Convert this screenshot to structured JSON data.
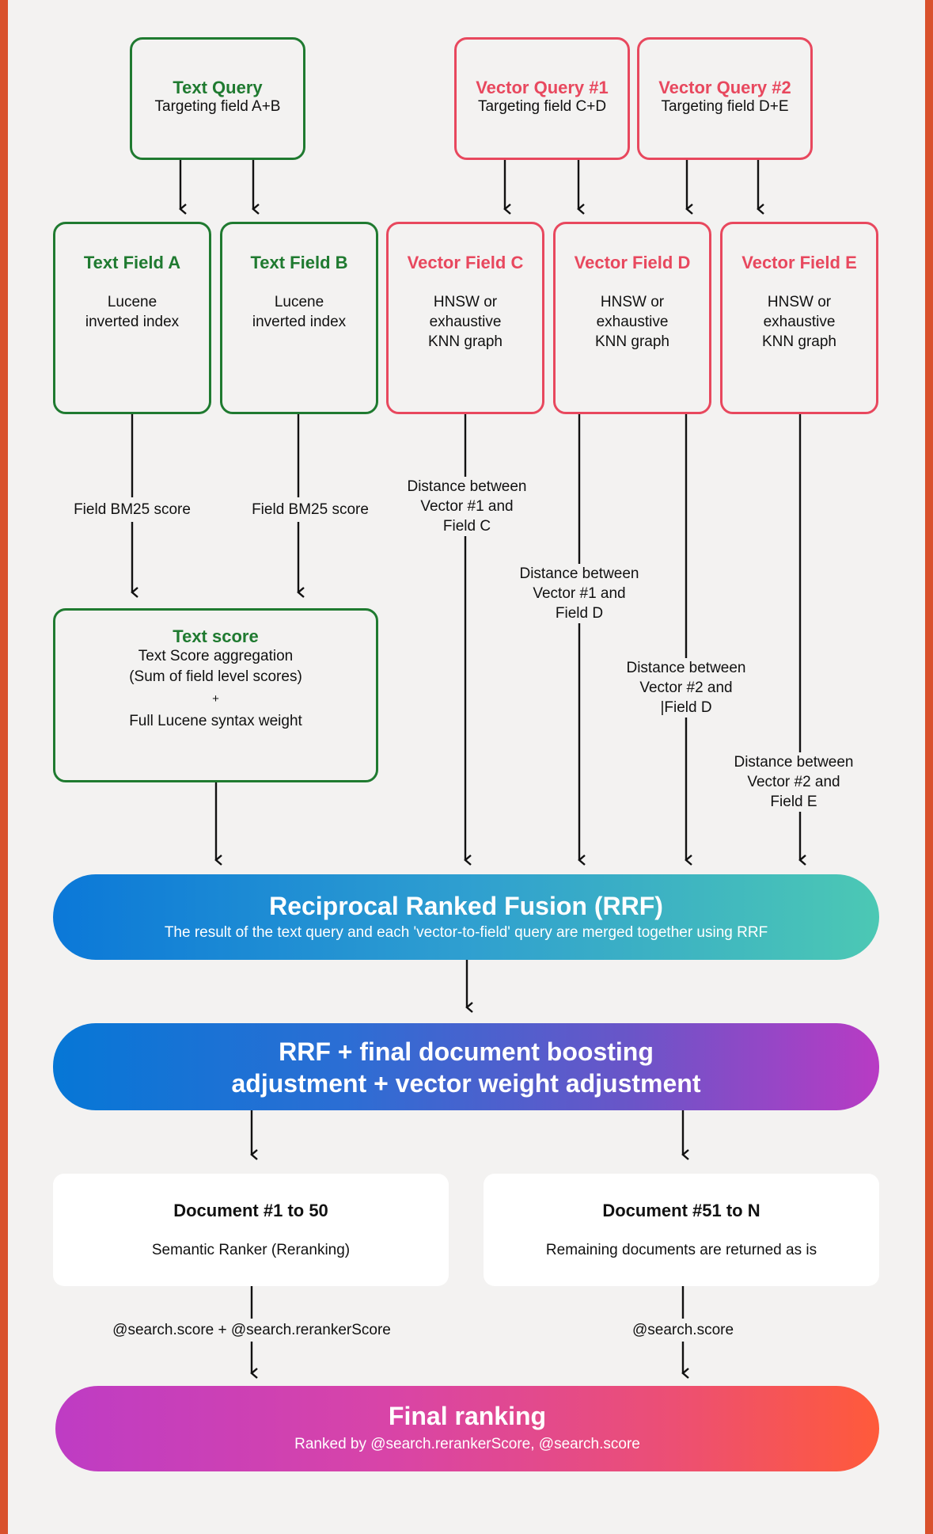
{
  "queries": {
    "text_query": {
      "title": "Text Query",
      "subtitle": "Targeting field A+B"
    },
    "vector_query_1": {
      "title": "Vector Query #1",
      "subtitle": "Targeting field C+D"
    },
    "vector_query_2": {
      "title": "Vector Query #2",
      "subtitle": "Targeting field D+E"
    }
  },
  "fields": [
    {
      "title": "Text Field A",
      "desc": "Lucene\ninverted index"
    },
    {
      "title": "Text Field B",
      "desc": "Lucene\ninverted index"
    },
    {
      "title": "Vector Field C",
      "desc": "HNSW or\nexhaustive\nKNN graph"
    },
    {
      "title": "Vector Field D",
      "desc": "HNSW or\nexhaustive\nKNN graph"
    },
    {
      "title": "Vector Field E",
      "desc": "HNSW or\nexhaustive\nKNN graph"
    }
  ],
  "edge_labels": {
    "bm25_a": "Field BM25 score",
    "bm25_b": "Field BM25 score",
    "dist_c": "Distance between\nVector #1 and\nField C",
    "dist_d1": "Distance between\nVector #1 and\nField D",
    "dist_d2": "Distance between\nVector #2 and\n|Field D",
    "dist_e": "Distance between\nVector #2 and\nField E",
    "score_reranker": "@search.score + @search.rerankerScore",
    "score_plain": "@search.score"
  },
  "text_score": {
    "title": "Text score",
    "line1": "Text Score aggregation",
    "line2": "(Sum of field level scores)",
    "plus": "+",
    "line3": "Full Lucene syntax weight"
  },
  "rrf": {
    "title": "Reciprocal Ranked Fusion (RRF)",
    "subtitle": "The result of the text query and each 'vector-to-field' query are merged together using RRF"
  },
  "boost": {
    "line1": "RRF + final document boosting",
    "line2": "adjustment + vector weight adjustment"
  },
  "docs": {
    "top": {
      "title": "Document #1 to 50",
      "subtitle": "Semantic Ranker (Reranking)"
    },
    "rest": {
      "title": "Document #51 to N",
      "subtitle": "Remaining documents are returned as is"
    }
  },
  "final": {
    "title": "Final ranking",
    "subtitle": "Ranked by @search.rerankerScore, @search.score"
  },
  "colors": {
    "green": "#1f7a30",
    "red": "#e8485e",
    "frame": "#d9512c",
    "background": "#f3f2f1"
  }
}
